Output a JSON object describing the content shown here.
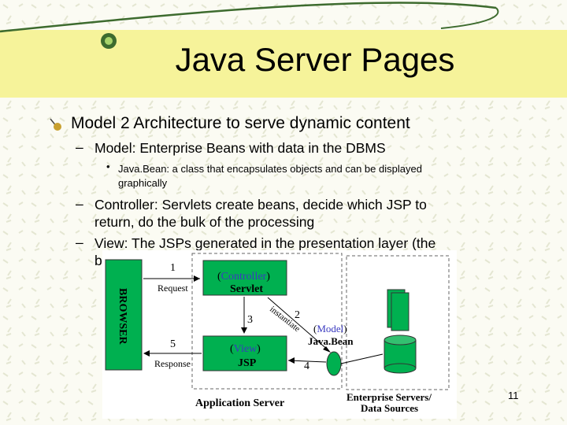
{
  "slide": {
    "title": "Java Server Pages",
    "bullet": "Model 2 Architecture to serve dynamic content",
    "sub_model": "Model: Enterprise Beans with data in the DBMS",
    "subsub_javabean_line1": "Java.Bean: a class that encapsulates objects and can be displayed",
    "subsub_javabean_line2": "graphically",
    "sub_controller_line1": "Controller: Servlets create beans, decide which JSP to",
    "sub_controller_line2": "return, do the bulk of the processing",
    "sub_view_line1": "View: The JSPs generated in the presentation layer (the",
    "sub_view_line2": "b",
    "dash": "–",
    "bullet_dot": "•",
    "page_number": "11"
  },
  "diagram": {
    "browser": "BROWSER",
    "arrow_1": "1",
    "arrow_2": "2",
    "arrow_3": "3",
    "arrow_4": "4",
    "arrow_5": "5",
    "request": "Request",
    "response": "Response",
    "controller_paren_open": "(",
    "controller_word": "Controller",
    "controller_paren_close": ")",
    "servlet": "Servlet",
    "instantiate": "instantiate",
    "model_paren_open": "(",
    "model_word": "Model",
    "model_paren_close": ")",
    "javabean": "Java.Bean",
    "view_paren_open": "(",
    "view_word": "View",
    "view_paren_close": ")",
    "jsp": "JSP",
    "application_server": "Application Server",
    "enterprise_servers_line1": "Enterprise Servers/",
    "enterprise_servers_line2": "Data Sources",
    "box_green": "#00b050",
    "label_blue": "#3a3ac0"
  }
}
